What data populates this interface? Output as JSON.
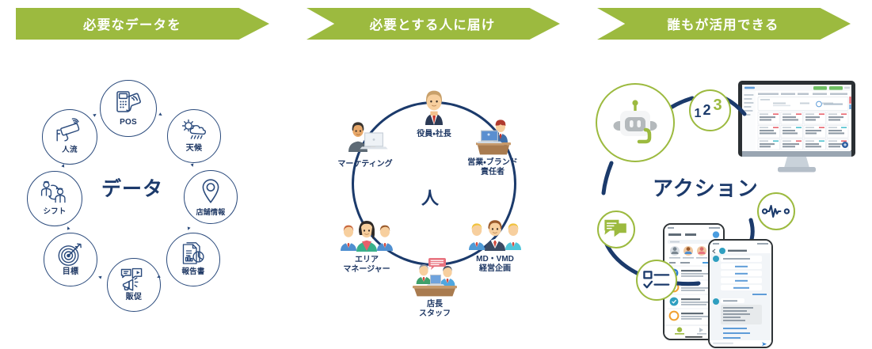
{
  "colors": {
    "green": "#9cba3f",
    "navy": "#1f3864",
    "navy_line": "#2a4a7c",
    "white": "#ffffff",
    "screen_blue": "#3f7fd4"
  },
  "banners": [
    {
      "id": "banner-data",
      "label": "必要なデータを",
      "shape": "arrow-right"
    },
    {
      "id": "banner-people",
      "label": "必要とする人に届け",
      "shape": "chevron"
    },
    {
      "id": "banner-action",
      "label": "誰もが活用できる",
      "shape": "chevron"
    }
  ],
  "panel_data": {
    "center_label": "データ",
    "items": [
      {
        "label": "POS",
        "icon": "pos-terminal-icon"
      },
      {
        "label": "天候",
        "icon": "weather-icon"
      },
      {
        "label": "店舗情報",
        "icon": "map-pin-icon"
      },
      {
        "label": "報告書",
        "icon": "report-icon"
      },
      {
        "label": "販促",
        "icon": "megaphone-icon"
      },
      {
        "label": "目標",
        "icon": "target-icon"
      },
      {
        "label": "シフト",
        "icon": "shift-icon"
      },
      {
        "label": "人流",
        "icon": "security-camera-icon"
      }
    ]
  },
  "panel_people": {
    "center_label": "人",
    "items": [
      {
        "label": "役員・社長",
        "label2": "",
        "icon": "executive-icon"
      },
      {
        "label": "営業・ブランド",
        "label2": "責任者",
        "icon": "sales-brand-icon"
      },
      {
        "label": "MD・VMD",
        "label2": "経営企画",
        "icon": "md-vmd-icon"
      },
      {
        "label": "店長",
        "label2": "スタッフ",
        "icon": "store-staff-icon"
      },
      {
        "label": "エリア",
        "label2": "マネージャー",
        "icon": "area-manager-icon"
      },
      {
        "label": "マーケティング",
        "label2": "",
        "icon": "marketing-icon"
      }
    ]
  },
  "panel_action": {
    "center_label": "アクション",
    "numbers": {
      "one": "1",
      "two": "2",
      "three": "3"
    },
    "items": [
      {
        "label": "robot",
        "icon": "robot-icon"
      },
      {
        "label": "numbers",
        "icon": "numbers-123-icon"
      },
      {
        "label": "analytics",
        "icon": "pulse-waveform-icon"
      },
      {
        "label": "chat",
        "icon": "chat-bubbles-icon"
      },
      {
        "label": "checklist",
        "icon": "checklist-icon"
      }
    ],
    "devices": [
      {
        "name": "desktop-monitor"
      },
      {
        "name": "phone-list"
      },
      {
        "name": "phone-chat"
      }
    ]
  }
}
